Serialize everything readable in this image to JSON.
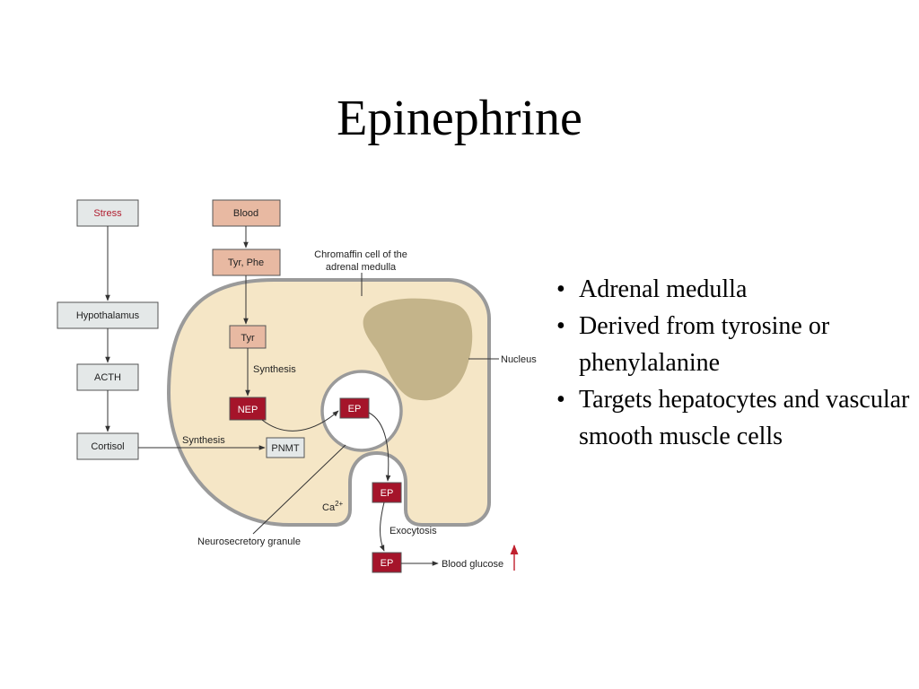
{
  "slide": {
    "title": "Epinephrine"
  },
  "diagram": {
    "boxes": {
      "stress": "Stress",
      "hypothalamus": "Hypothalamus",
      "acth": "ACTH",
      "cortisol": "Cortisol",
      "blood": "Blood",
      "tyr_phe": "Tyr, Phe",
      "tyr": "Tyr",
      "nep": "NEP",
      "pnmt": "PNMT",
      "ep_granule": "EP",
      "ep_exocytosis": "EP",
      "ep_blood": "EP"
    },
    "labels": {
      "cell_line1": "Chromaffin cell of the",
      "cell_line2": "adrenal medulla",
      "nucleus": "Nucleus",
      "synthesis_tyr": "Synthesis",
      "synthesis_cortisol": "Synthesis",
      "calcium": "Ca",
      "calcium_sup": "2+",
      "exocytosis": "Exocytosis",
      "granule": "Neurosecretory granule",
      "blood_glucose": "Blood glucose"
    },
    "colors": {
      "cell_fill": "#f5e6c6",
      "cell_border": "#9a9a9a",
      "nucleus_fill": "#c4b48a",
      "blood_box": "#e8b9a2",
      "grey_box": "#e4e8e8",
      "red_box": "#a5142a",
      "stress_text": "#b01c2e",
      "increase_arrow": "#c0202e"
    }
  },
  "bullets": [
    "Adrenal medulla",
    "Derived from tyrosine or phenylalanine",
    "Targets hepatocytes and vascular smooth muscle cells"
  ]
}
